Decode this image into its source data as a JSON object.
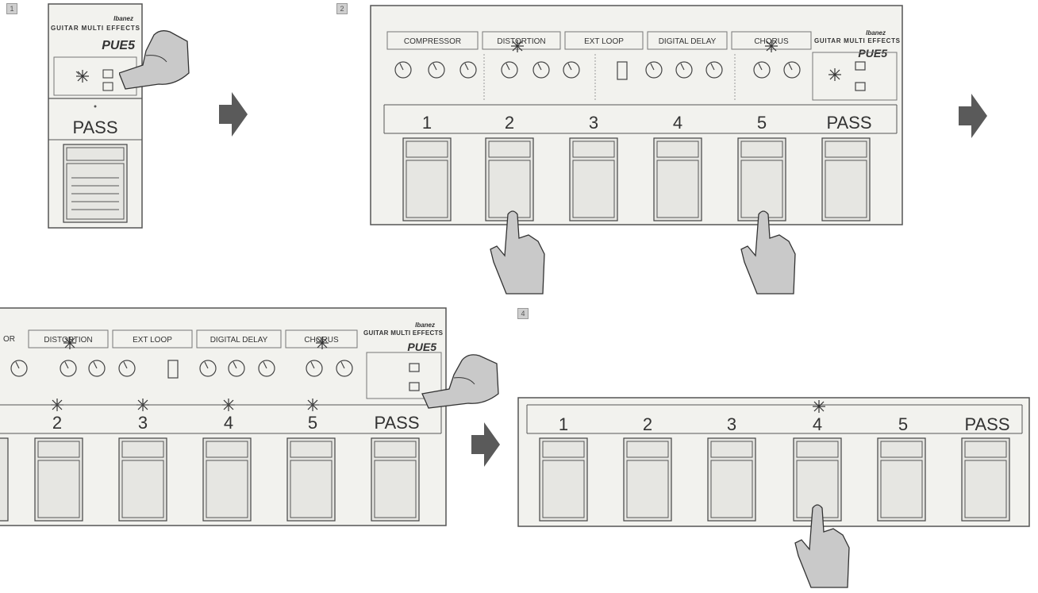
{
  "steps": [
    "1",
    "2",
    "4"
  ],
  "brand": {
    "maker": "Ibanez",
    "product": "GUITAR MULTI EFFECTS",
    "model": "PUE5"
  },
  "effects": [
    {
      "name": "COMPRESSOR"
    },
    {
      "name": "DISTORTION"
    },
    {
      "name": "EXT LOOP"
    },
    {
      "name": "DIGITAL DELAY"
    },
    {
      "name": "CHORUS"
    }
  ],
  "pedals": [
    "1",
    "2",
    "3",
    "4",
    "5",
    "PASS"
  ],
  "colors": {
    "panel": "#f2f2ee",
    "line": "#555555",
    "hand": "#c9c9c9",
    "arrow": "#5a5a5a",
    "led": "#444444"
  },
  "icons": [
    "pointing-hand-icon",
    "right-arrow-icon",
    "led-flash-icon"
  ]
}
